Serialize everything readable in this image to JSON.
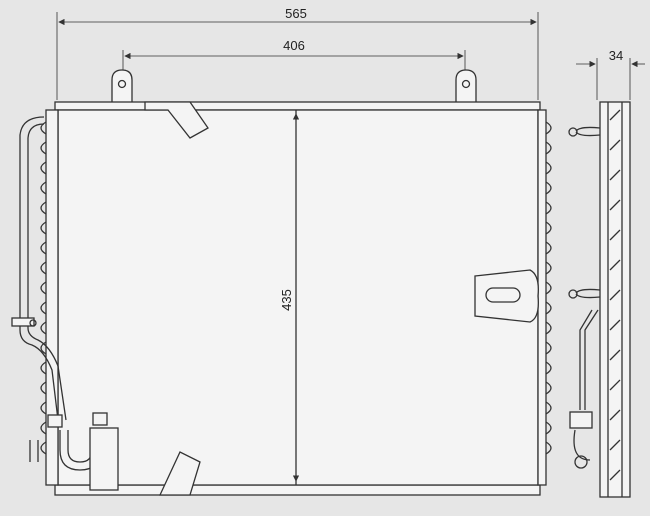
{
  "diagram": {
    "dimensions": {
      "overall_width": "565",
      "bracket_spacing": "406",
      "core_height": "435",
      "depth": "34"
    },
    "colors": {
      "background": "#e6e6e6",
      "line": "#333333"
    }
  }
}
